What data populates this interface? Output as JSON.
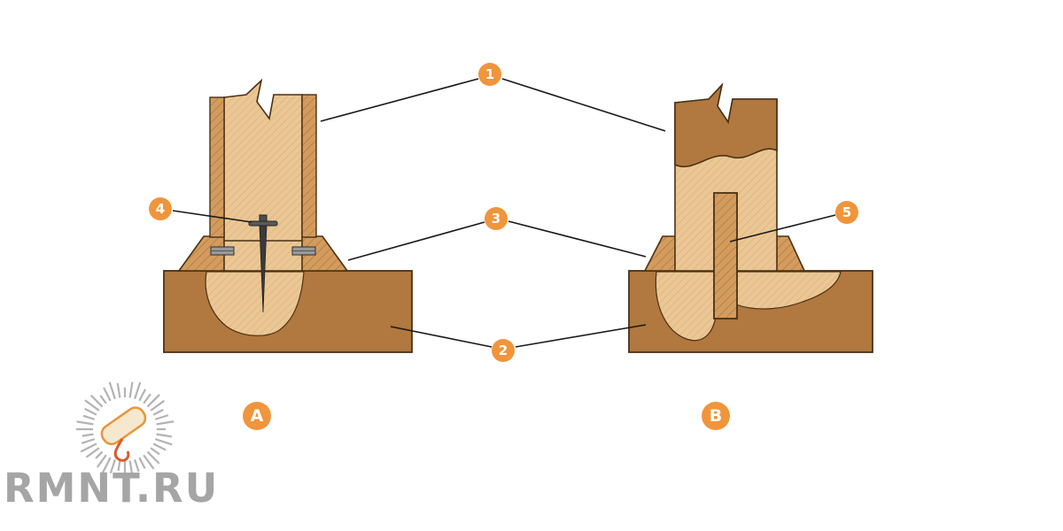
{
  "diagram": {
    "title_hint": "Two methods of fixing a wooden post to a base (cross-section)",
    "callouts": {
      "n1": "1",
      "n2": "2",
      "n3": "3",
      "n4": "4",
      "n5": "5"
    },
    "panels": {
      "a": "A",
      "b": "B"
    }
  },
  "logo": {
    "wordmark": "RMNT.RU"
  },
  "colors": {
    "accent_orange": "#F0953C",
    "wood_dark": "#B1783F",
    "wood_light": "#EBC795",
    "wood_medium": "#D39C5E",
    "outline": "#4A3115",
    "logo_gray": "#A5A5A5"
  }
}
